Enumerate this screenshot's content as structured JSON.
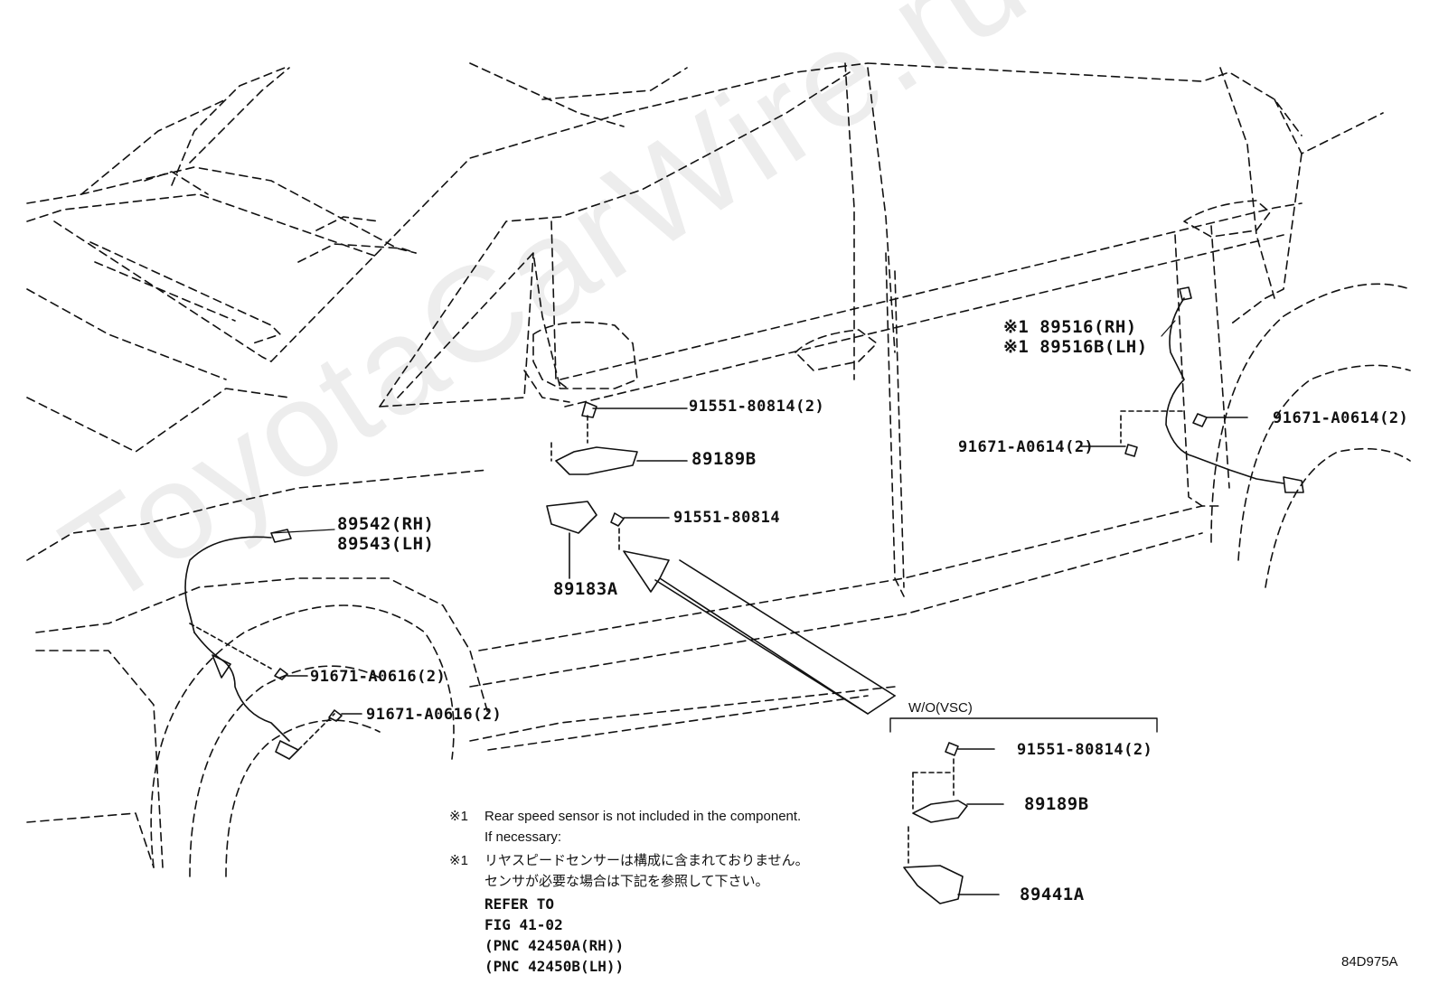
{
  "watermark": "ToyotaCarWire.ru",
  "diagram_code": "84D975A",
  "parts": {
    "bolt_top": "91551-80814(2)",
    "bracket_b": "89189B",
    "bolt_mid": "91551-80814",
    "sensor_a": "89183A",
    "front_rh": "89542(RH)",
    "front_lh": "89543(LH)",
    "front_bolt_1": "91671-A0616(2)",
    "front_bolt_2": "91671-A0616(2)",
    "rear_rh": "※1 89516(RH)",
    "rear_lh": "※1 89516B(LH)",
    "rear_bolt_right": "91671-A0614(2)",
    "rear_bolt_left": "91671-A0614(2)"
  },
  "wo_vsc": {
    "title": "W/O(VSC)",
    "bolt": "91551-80814(2)",
    "bracket": "89189B",
    "sensor": "89441A"
  },
  "notes": {
    "en_mark": "※1",
    "en_line1": "Rear speed sensor is not included in the component.",
    "en_line2": "If necessary:",
    "jp_mark": "※1",
    "jp_line1": "リヤスピードセンサーは構成に含まれておりません。",
    "jp_line2": "センサが必要な場合は下記を参照して下さい。",
    "refer": "REFER TO",
    "fig": "FIG 41-02",
    "pnc_rh": "(PNC 42450A(RH))",
    "pnc_lh": "(PNC 42450B(LH))"
  }
}
